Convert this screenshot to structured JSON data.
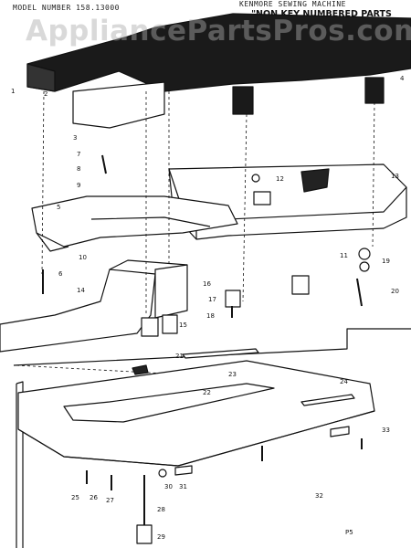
{
  "header": {
    "model_label": "MODEL NUMBER 158.13000",
    "brand_label": "KENMORE SEWING MACHINE",
    "notice": "\"NON KEY NUMBERED PARTS CANNOT BE REPLACED. LOCAL AND REFERENCE SHOULD BE MADE TO THE DIGIT.\""
  },
  "watermark": "AppliancePartsPros.com",
  "callouts": [
    "1",
    "2",
    "3",
    "4",
    "5",
    "6",
    "7",
    "8",
    "9",
    "10",
    "11",
    "12",
    "13",
    "14",
    "15",
    "16",
    "17",
    "18",
    "19",
    "20",
    "21",
    "22",
    "23",
    "24",
    "25",
    "26",
    "27",
    "28",
    "29",
    "30",
    "31",
    "32",
    "33"
  ],
  "page_ref": "P5",
  "colors": {
    "ink": "#111111",
    "paper": "#ffffff",
    "watermark": "#aaaaaa"
  }
}
